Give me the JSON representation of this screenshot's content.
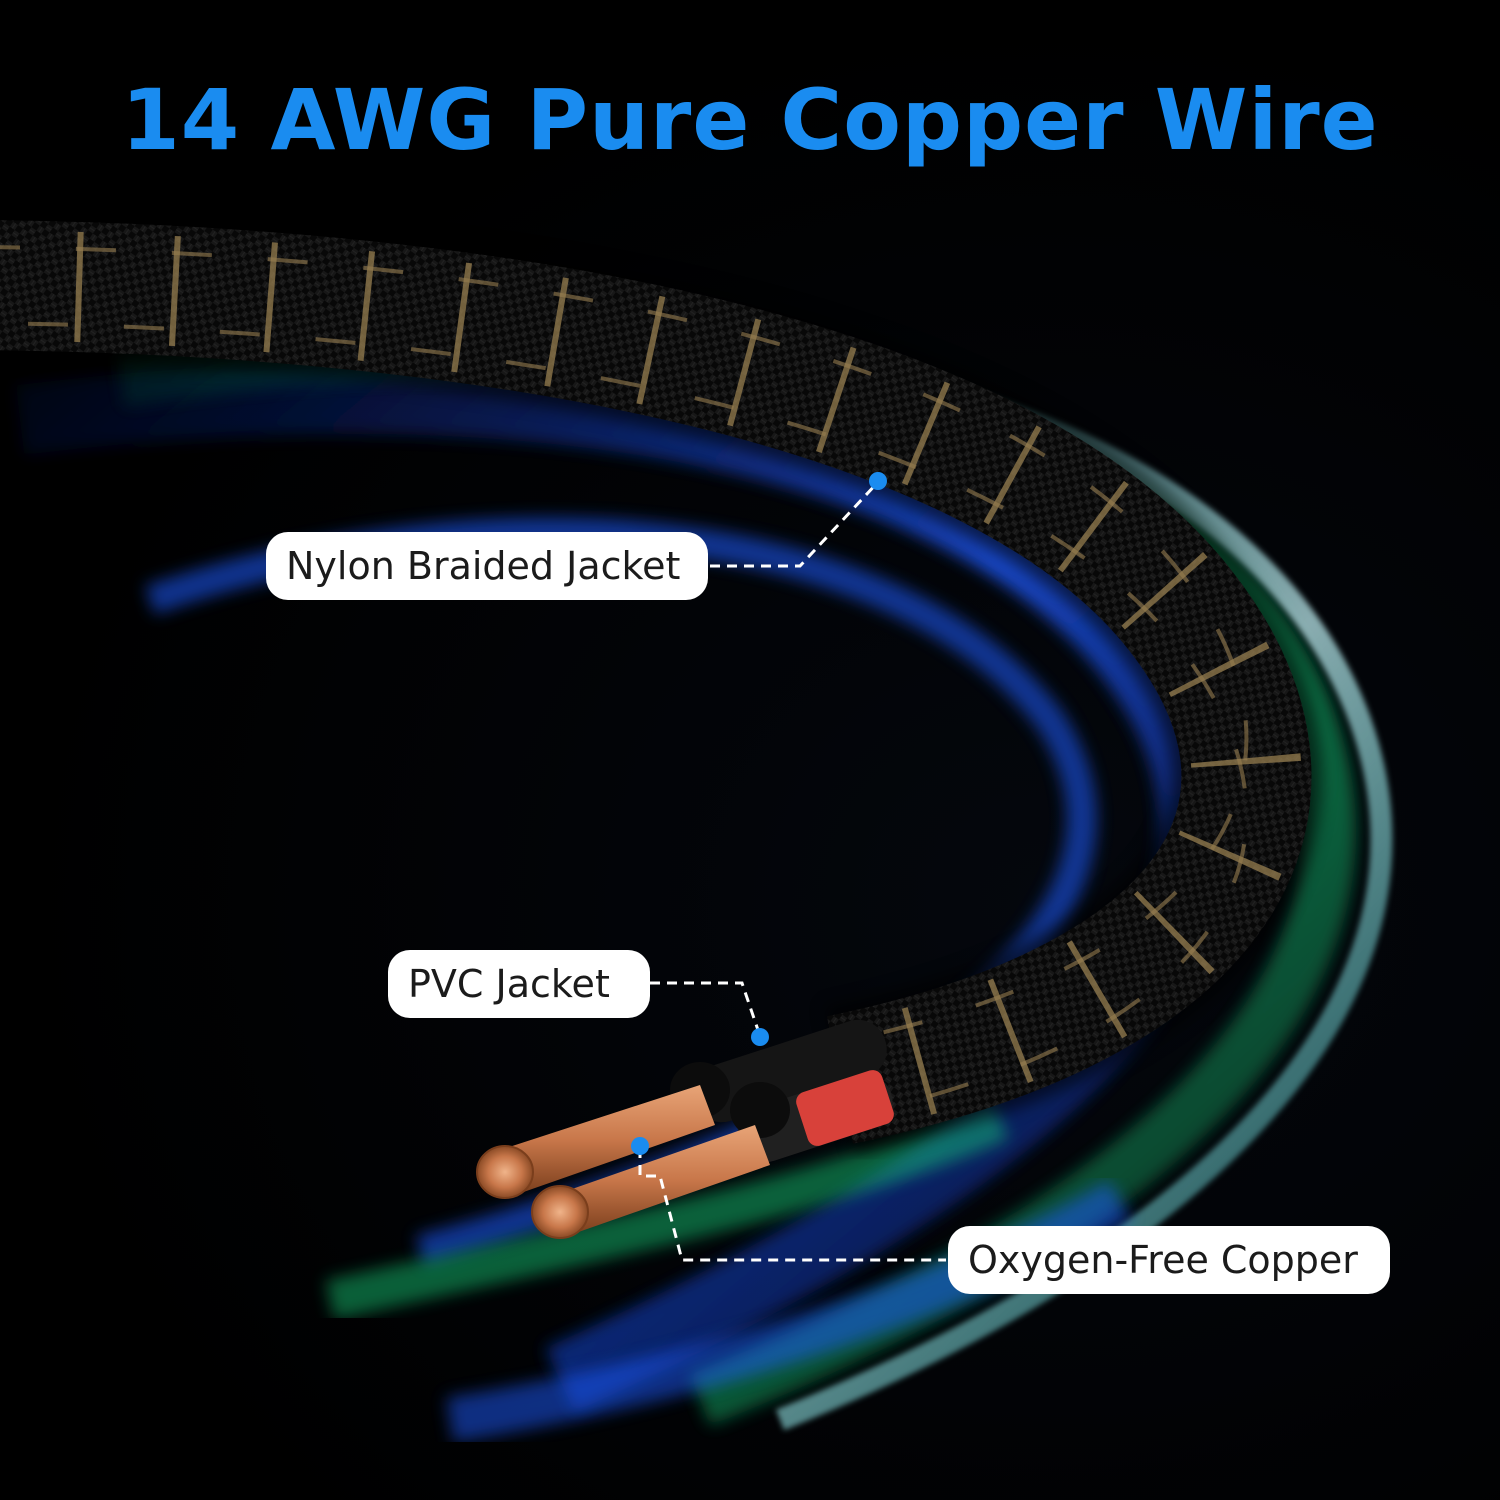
{
  "title": "14 AWG Pure Copper Wire",
  "callouts": {
    "nylon_jacket": "Nylon Braided Jacket",
    "pvc_jacket": "PVC Jacket",
    "copper": "Oxygen-Free Copper"
  },
  "colors": {
    "title": "#1a8cf0",
    "marker": "#1a8cf0",
    "braid_gold": "#c9a96b",
    "copper": "#c8774a",
    "pvc_red": "#d8413a",
    "glow_blue": "#1f5cff",
    "glow_green": "#14d27a",
    "glow_cyan": "#38e0e0"
  }
}
